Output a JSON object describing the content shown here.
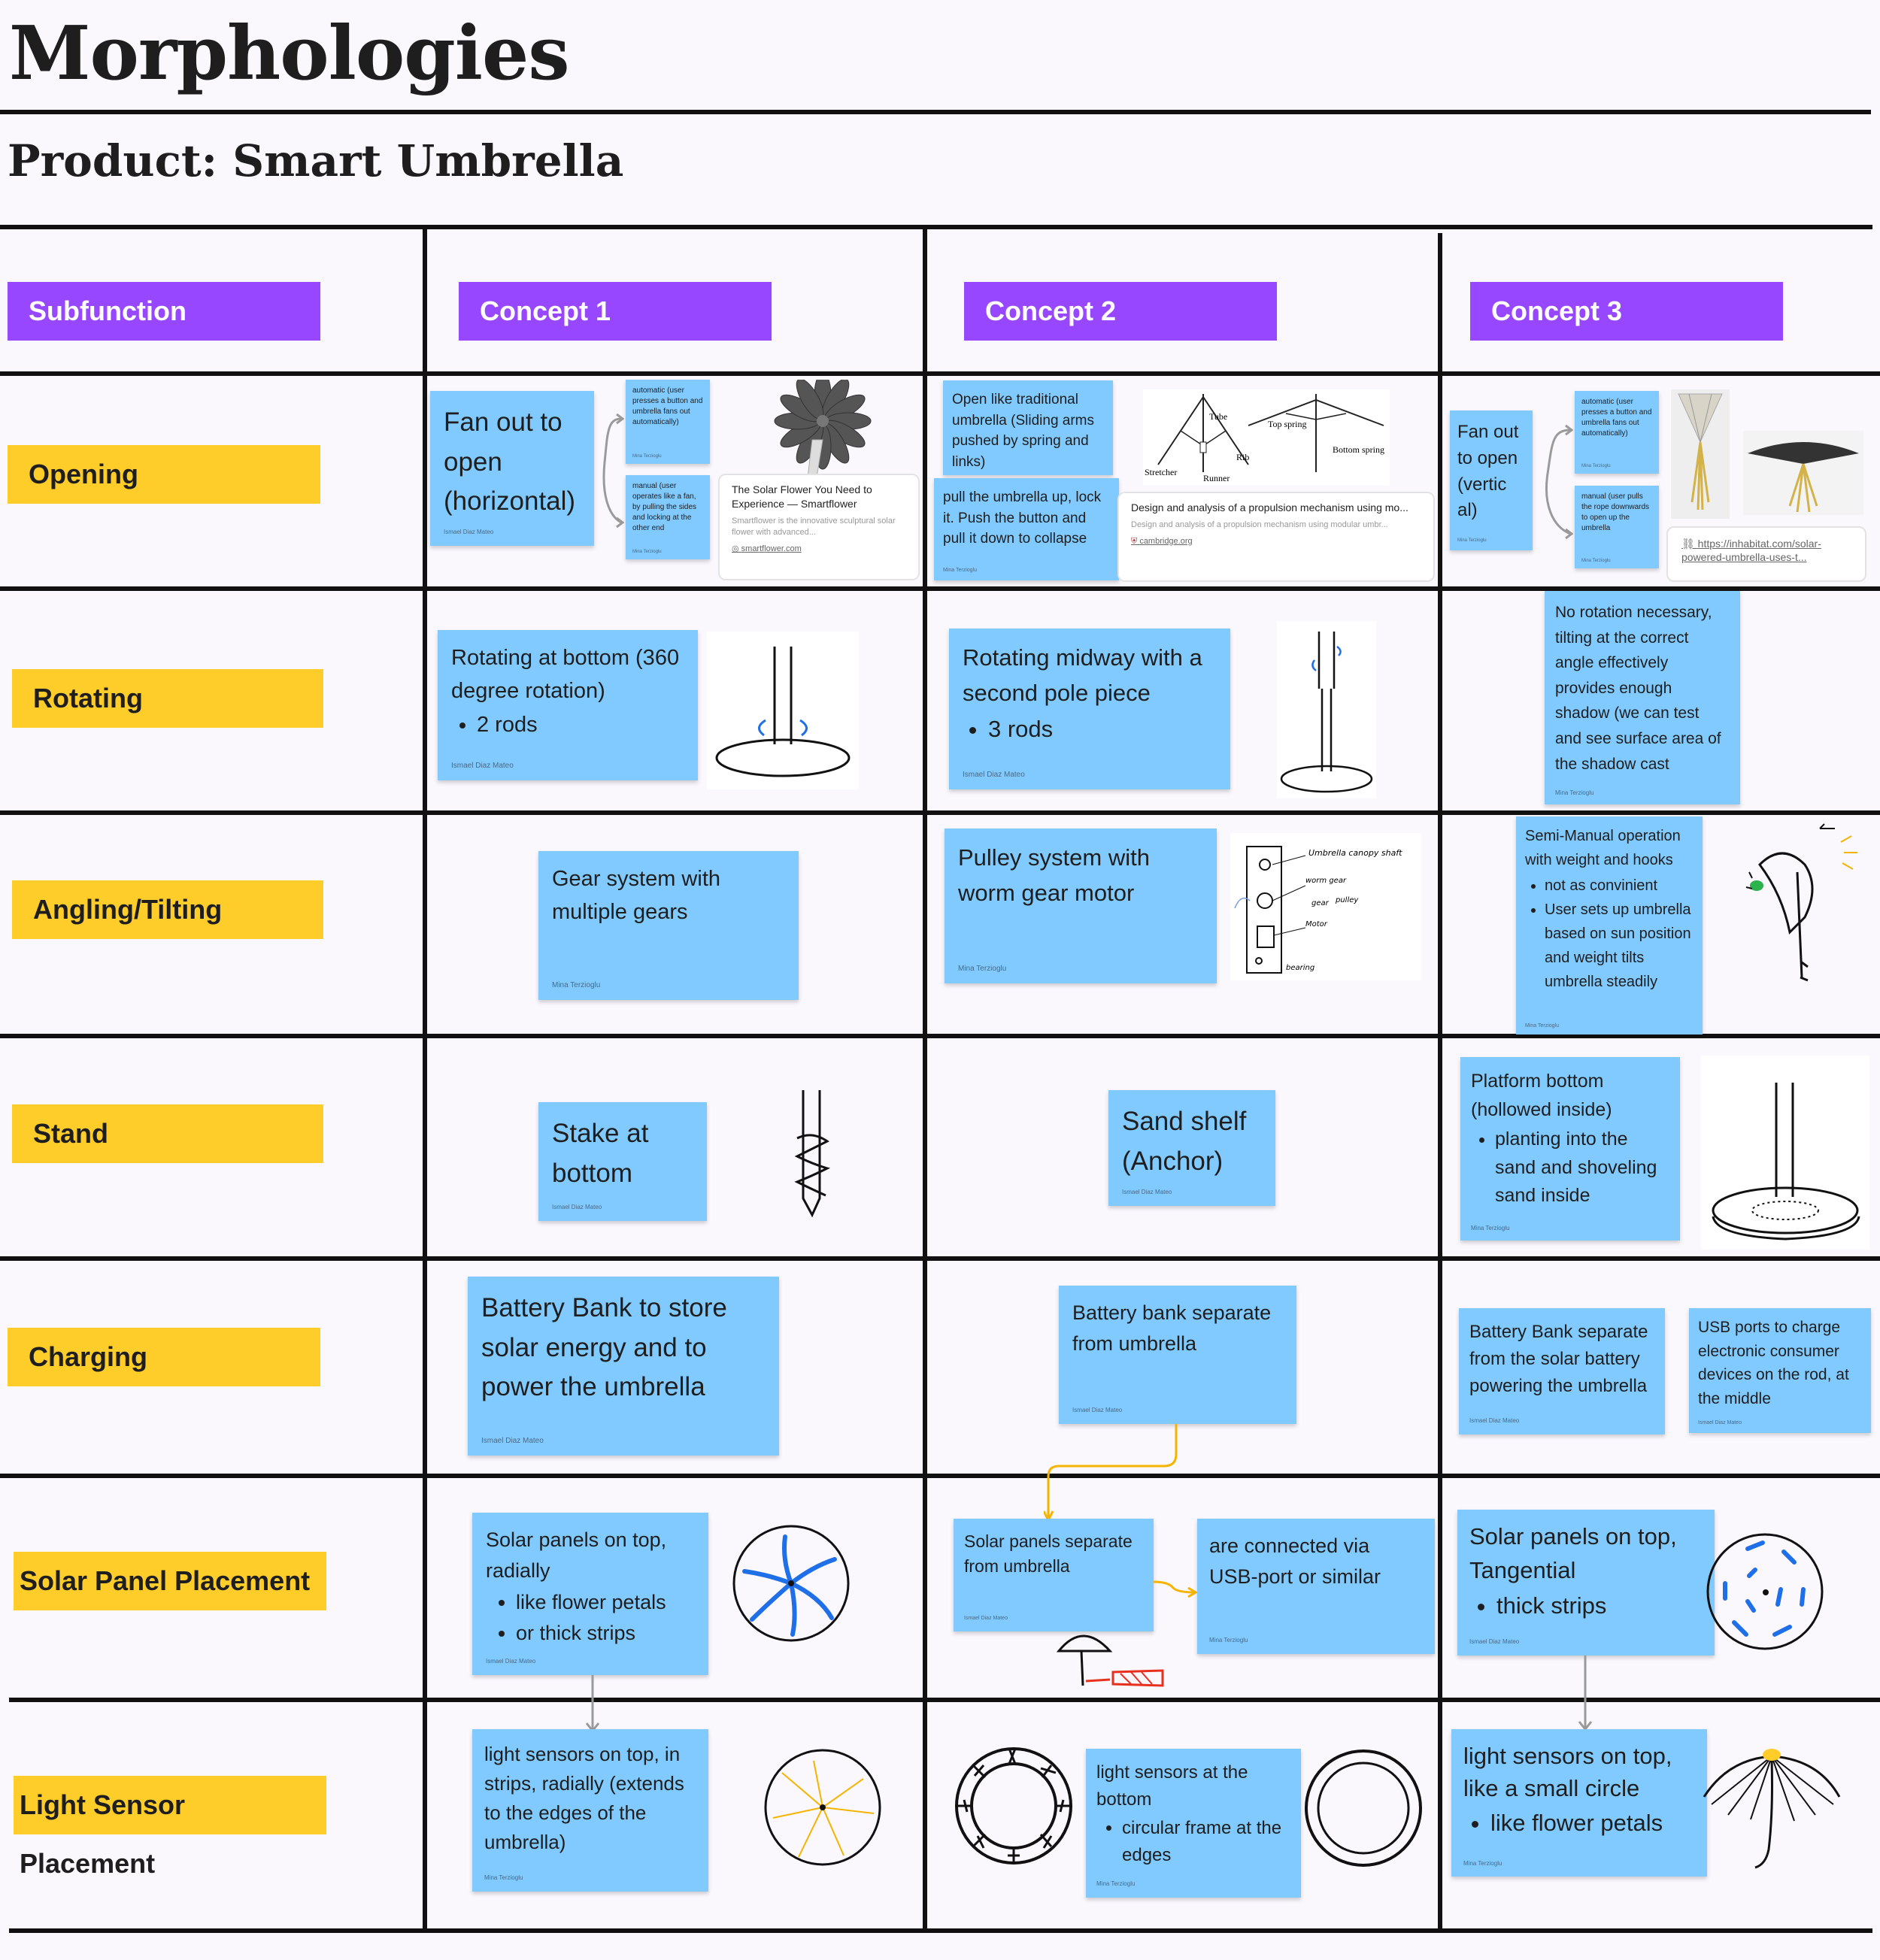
{
  "page": {
    "title": "Morphologies",
    "subtitle": "Product: Smart Umbrella"
  },
  "headers": {
    "subfunction": "Subfunction",
    "concept1": "Concept 1",
    "concept2": "Concept 2",
    "concept3": "Concept 3"
  },
  "rows": {
    "opening": "Opening",
    "rotating": "Rotating",
    "angling": "Angling/Tilting",
    "stand": "Stand",
    "charging": "Charging",
    "solar": "Solar Panel Placement",
    "light": "Light Sensor Placement"
  },
  "authors": {
    "mina": "Mina Terzioglu",
    "ismael": "Ismael Diaz Mateo"
  },
  "opening": {
    "c1_main": "Fan out to open (horizontal)",
    "c1_auto": "automatic (user presses a button and umbrella fans out automatically)",
    "c1_manual": "manual (user operates like a fan, by pulling the sides and locking at the other end",
    "c1_link_title": "The Solar Flower You Need to Experience — Smartflower",
    "c1_link_desc": "Smartflower is the innovative sculptural solar flower with advanced...",
    "c1_link_url": "smartflower.com",
    "c2_open": "Open like traditional umbrella (Sliding arms pushed by spring and links)",
    "c2_pull": "pull the umbrella up, lock it. Push the button and pull it down to collapse",
    "c2_diagram_tube": "Tube",
    "c2_diagram_rib": "Rib",
    "c2_diagram_runner": "Runner",
    "c2_diagram_stretcher": "Stretcher",
    "c2_diagram_top": "Top spring",
    "c2_diagram_bottom": "Bottom spring",
    "c2_link_title": "Design and analysis of a propulsion mechanism using mo...",
    "c2_link_desc": "Design and analysis of a propulsion mechanism using modular umbr...",
    "c2_link_url": "cambridge.org",
    "c3_main": "Fan out to open (vertic al)",
    "c3_auto": "automatic (user presses a button and umbrella fans out automatically)",
    "c3_manual": "manual (user pulls the rope downwards to open up the umbrella",
    "c3_link_url": "https://inhabitat.com/solar-powered-umbrella-uses-t..."
  },
  "rotating": {
    "c1_text": "Rotating at bottom (360 degree rotation)",
    "c1_bullet": "2 rods",
    "c2_text": "Rotating midway with a second pole piece",
    "c2_bullet": "3 rods",
    "c3_text": "No rotation necessary, tilting at the correct angle effectively provides enough shadow (we can test and see surface area of  the shadow cast"
  },
  "angling": {
    "c1_text": "Gear system with multiple gears",
    "c2_text": "Pulley system with worm gear motor",
    "c2_sketch_label": "Umbrella canopy shaft",
    "c2_sketch_worm": "worm gear",
    "c2_sketch_gear": "gear",
    "c2_sketch_pulley": "pulley",
    "c2_sketch_motor": "Motor",
    "c2_sketch_bearing": "bearing",
    "c3_text": "Semi-Manual operation with weight and hooks",
    "c3_b1": "not as convinient",
    "c3_b2": "User sets up umbrella based on sun position and weight tilts umbrella steadily"
  },
  "stand": {
    "c1_text": "Stake at bottom",
    "c2_text": "Sand shelf (Anchor)",
    "c3_text": "Platform bottom (hollowed inside)",
    "c3_bullet": "planting into the sand and shoveling sand inside"
  },
  "charging": {
    "c1_text": "Battery Bank to store solar energy and to power the umbrella",
    "c2_text": "Battery bank separate from umbrella",
    "c3_a": "Battery Bank separate from the solar battery powering the umbrella",
    "c3_b": "USB ports to charge electronic consumer devices on the rod, at the middle"
  },
  "solar": {
    "c1_text": "Solar panels on top, radially",
    "c1_b1": "like flower petals",
    "c1_b2": "or thick strips",
    "c2_a": "Solar panels separate from umbrella",
    "c2_b": "are connected via USB-port or similar",
    "c3_text": "Solar panels on top, Tangential",
    "c3_bullet": "thick strips"
  },
  "light": {
    "c1_text": "light sensors on top, in strips, radially (extends to the edges of the umbrella)",
    "c2_text": "light sensors at the bottom",
    "c2_bullet": "circular frame at the edges",
    "c3_text": "light sensors on top, like a small circle",
    "c3_bullet": "like flower petals"
  },
  "colors": {
    "header": "#9747ff",
    "row_label": "#ffcd29",
    "sticky": "#80caff",
    "connector_yellow": "#f5b400",
    "sketch_blue": "#1f6fe8",
    "sketch_red": "#e8301f"
  }
}
